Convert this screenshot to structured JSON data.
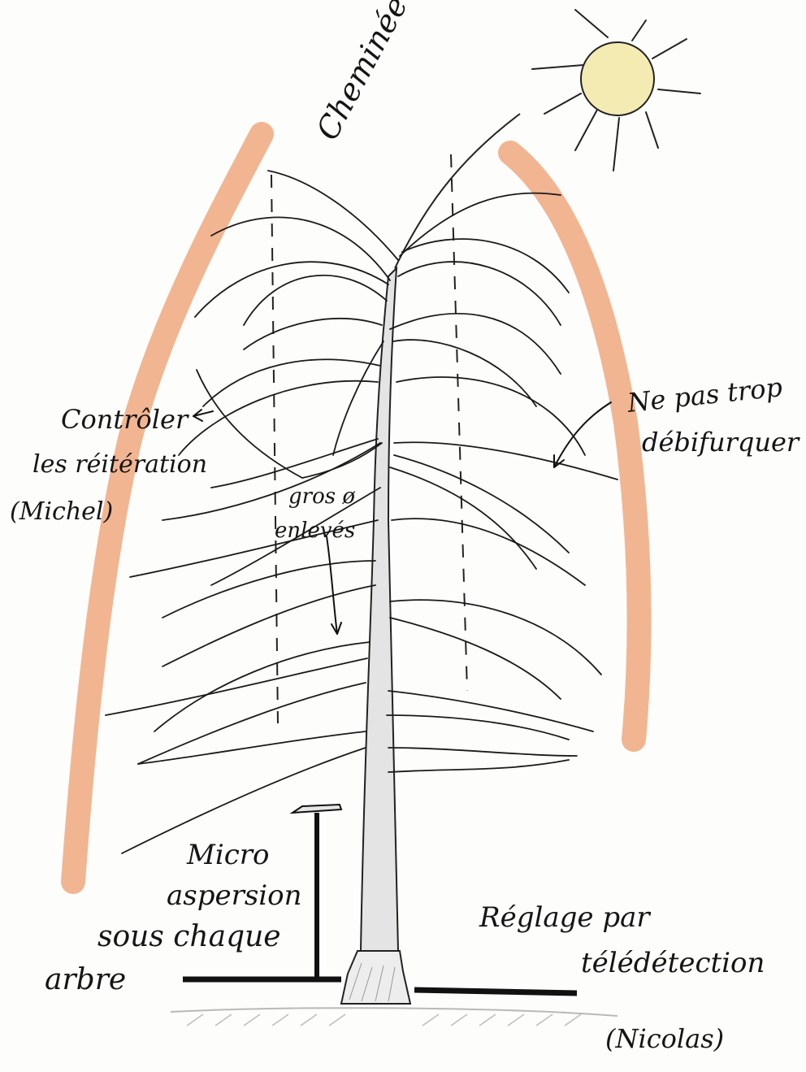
{
  "labels": {
    "chimney": "Cheminée",
    "control_line1": "Contrôler",
    "control_line2": "les réitération",
    "control_line3": "(Michel)",
    "no_defork_line1": "Ne pas trop",
    "no_defork_line2": "débifurquer",
    "removed_line1": "gros ø",
    "removed_line2": "enlevés",
    "sprinkler_line1": "Micro",
    "sprinkler_line2": "aspersion",
    "sprinkler_line3": "sous chaque",
    "sprinkler_line4": "arbre",
    "remote_line1": "Réglage par",
    "remote_line2": "télédétection",
    "remote_line3": "(Nicolas)"
  },
  "colors": {
    "ink": "#151515",
    "arc": "#f2b591",
    "sun_fill": "#f4ebb2",
    "trunk_fill": "#e4e4e4",
    "ground_hatch": "#b9b9b9"
  },
  "icons": {
    "sun": "sun-icon",
    "sprinkler": "micro-sprinkler-icon"
  }
}
